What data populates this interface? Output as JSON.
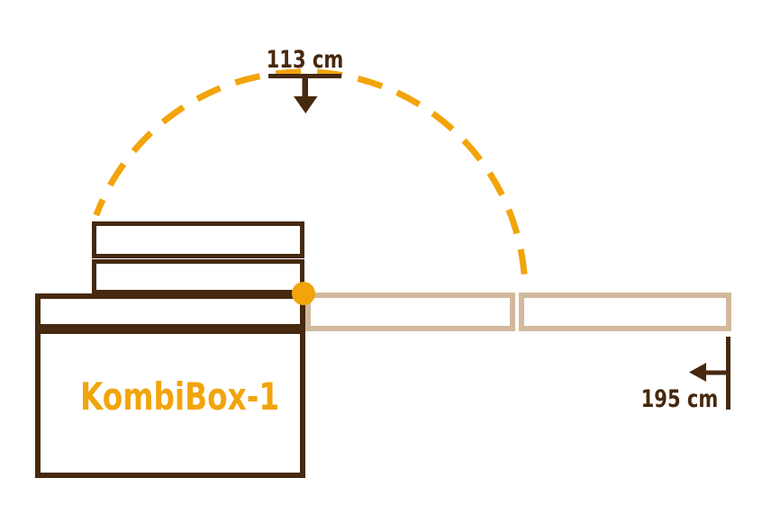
{
  "labels": {
    "product_name": "KombiBox-1",
    "arc_height": "113 cm",
    "bar_length": "195 cm"
  },
  "colors": {
    "brown": "#46290F",
    "orange": "#F2A40A",
    "beige": "#D2B99E",
    "background": "#FFFFFF",
    "box_fill": "#FFFFFF"
  },
  "icons": {
    "down_arrow": "down-arrow-icon",
    "left_arrow": "left-arrow-icon",
    "pivot": "pivot-point"
  }
}
